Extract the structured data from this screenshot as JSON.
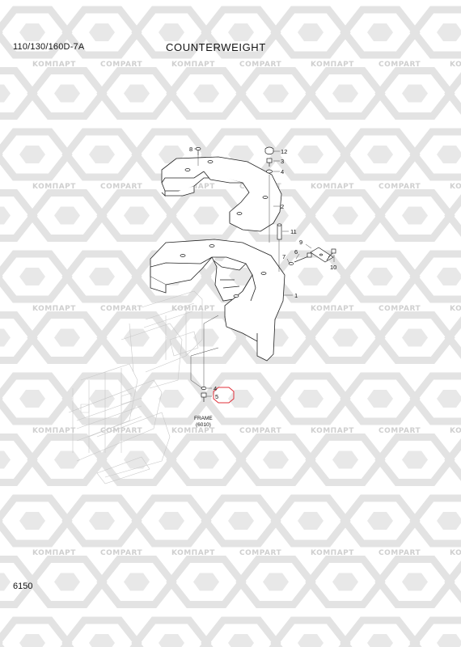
{
  "header": {
    "model": "110/130/160D-7A",
    "title": "COUNTERWEIGHT"
  },
  "footer": {
    "page_number": "6150"
  },
  "watermark": {
    "text_left": "KOMПAPT",
    "text_right": "COMPART"
  },
  "diagram": {
    "callouts": [
      "12",
      "3",
      "4",
      "8",
      "2",
      "11",
      "9",
      "6",
      "7",
      "10",
      "1",
      "4",
      "5"
    ],
    "frame_label": "FRAME",
    "frame_ref": "(6010)",
    "highlight_color": "#e0303a"
  }
}
